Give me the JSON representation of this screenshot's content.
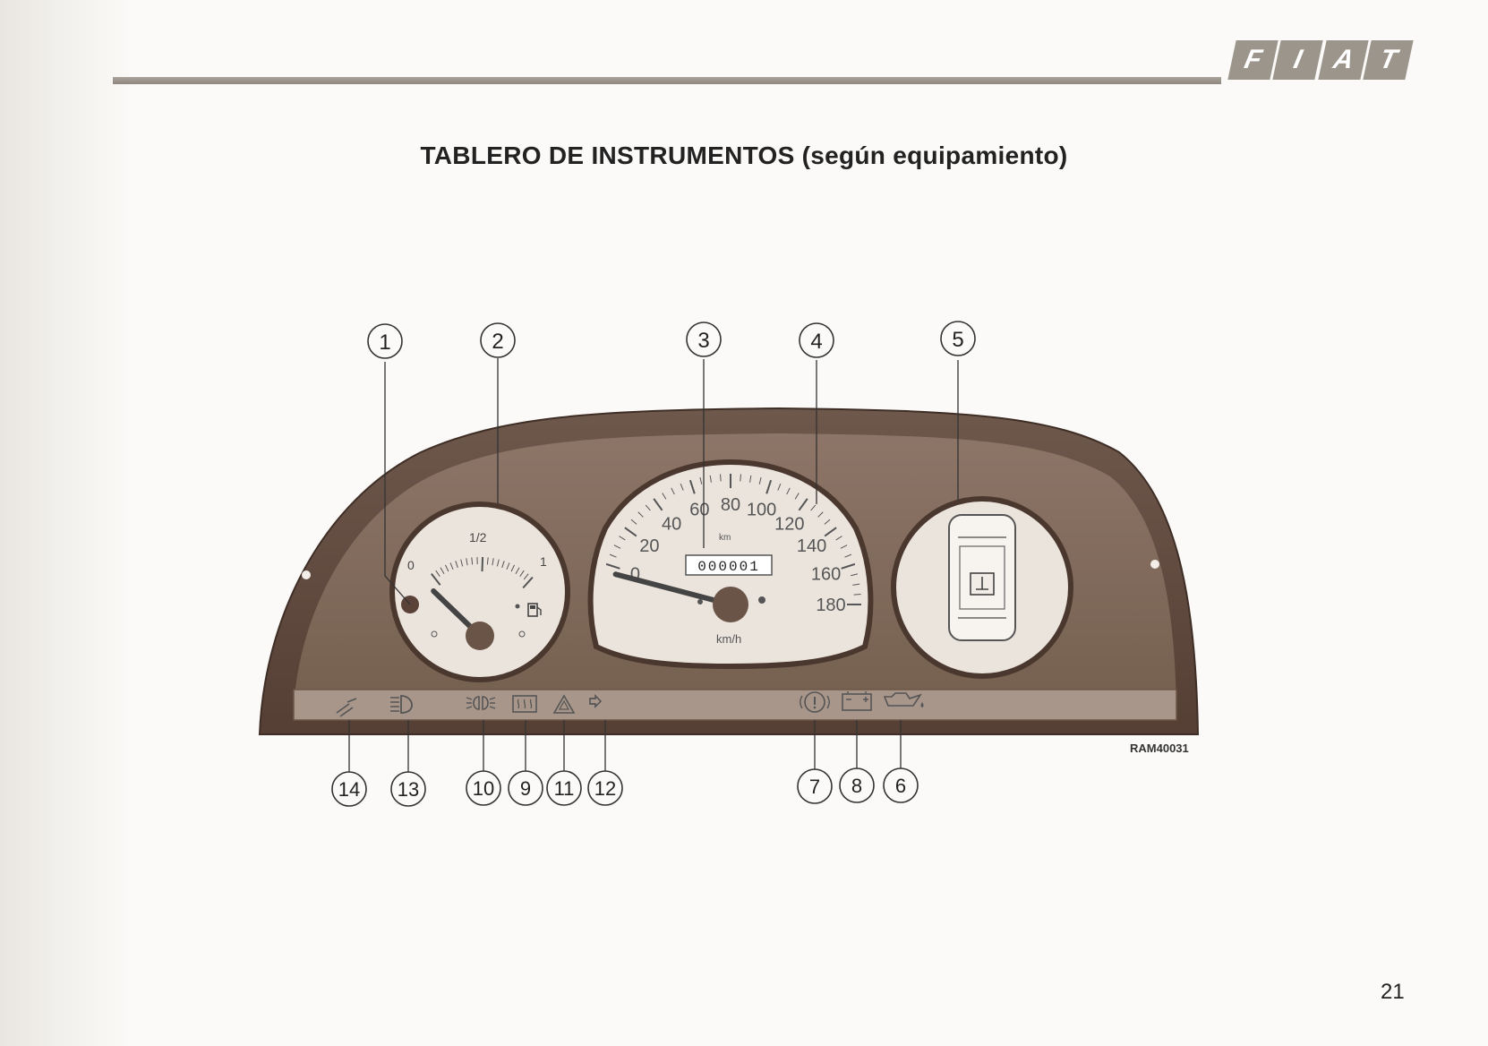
{
  "header": {
    "logo_letters": [
      "F",
      "I",
      "A",
      "T"
    ]
  },
  "page": {
    "title": "TABLERO DE INSTRUMENTOS (según equipamiento)",
    "figure_code": "RAM40031",
    "page_number": "21"
  },
  "callouts_top": [
    "1",
    "2",
    "3",
    "4",
    "5"
  ],
  "callouts_bottom": [
    "14",
    "13",
    "10",
    "9",
    "11",
    "12",
    "7",
    "8",
    "6"
  ],
  "fuel_gauge": {
    "labels": [
      "0",
      "1/2",
      "1"
    ],
    "level": 0.0
  },
  "speedometer": {
    "labels": [
      "0",
      "20",
      "40",
      "60",
      "80",
      "100",
      "120",
      "140",
      "160",
      "180"
    ],
    "unit_top": "km",
    "unit_bottom": "km/h",
    "odometer": "000001",
    "max": 180,
    "value": 0
  },
  "warning_icons": [
    "glow-plug-icon",
    "high-beam-icon",
    "parking-lights-icon",
    "rear-defrost-icon",
    "hazard-icon",
    "turn-signal-icon",
    "brake-warning-icon",
    "battery-icon",
    "oil-pressure-icon"
  ],
  "colors": {
    "housing": "#5f4a3f",
    "dial_face": "#ebe4dd",
    "ink": "#333333",
    "logo": "#9c958c"
  }
}
